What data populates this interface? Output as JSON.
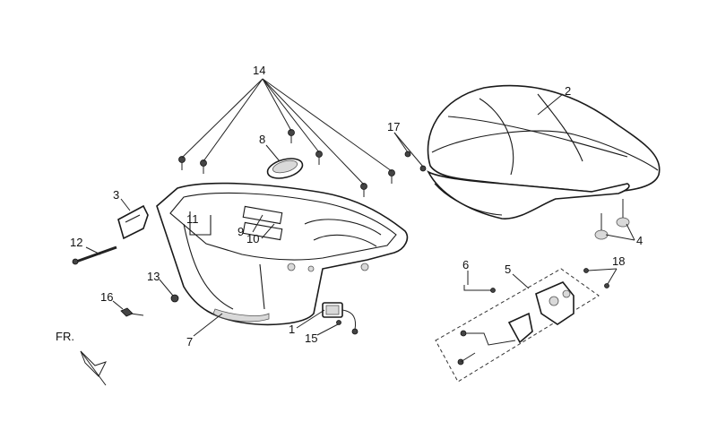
{
  "callouts": {
    "c1": "1",
    "c2": "2",
    "c3": "3",
    "c4": "4",
    "c5": "5",
    "c6": "6",
    "c7": "7",
    "c8": "8",
    "c9": "9",
    "c10": "10",
    "c11": "11",
    "c12": "12",
    "c13": "13",
    "c14": "14",
    "c15": "15",
    "c16": "16",
    "c17": "17",
    "c18": "18"
  },
  "direction_label": "FR."
}
